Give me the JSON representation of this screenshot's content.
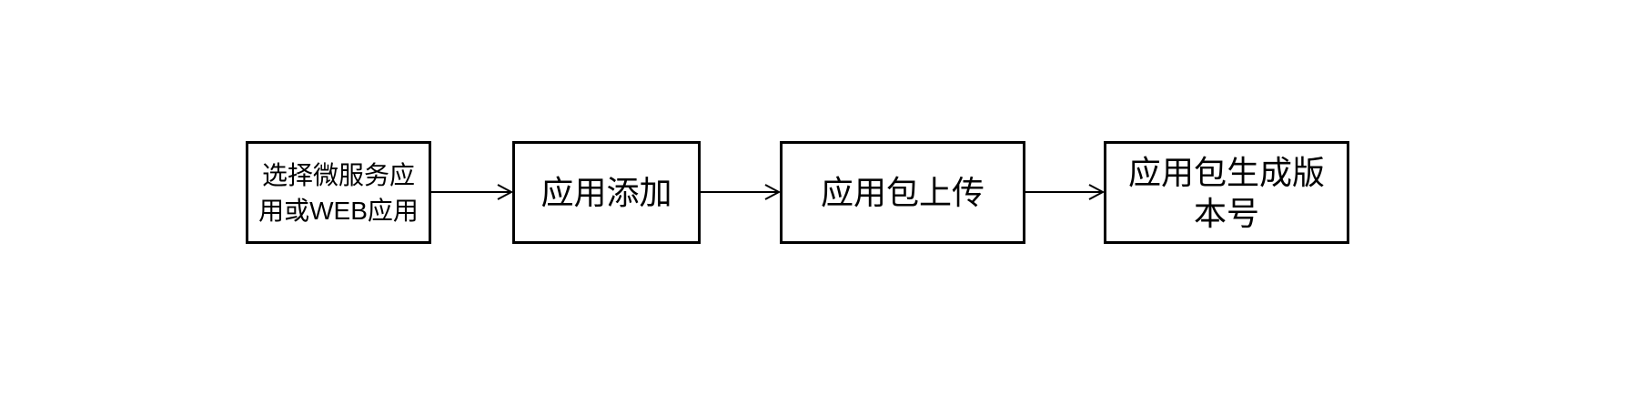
{
  "diagram": {
    "type": "flowchart",
    "direction": "left-to-right",
    "colors": {
      "background": "#ffffff",
      "node_fill": "#ffffff",
      "node_border": "#000000",
      "text": "#000000",
      "connector": "#000000"
    },
    "nodes": [
      {
        "id": "select-app-type",
        "label": "选择微服务应\n用或WEB应用"
      },
      {
        "id": "app-add",
        "label": "应用添加"
      },
      {
        "id": "package-upload",
        "label": "应用包上传"
      },
      {
        "id": "version-generate",
        "label": "应用包生成版\n本号"
      }
    ],
    "connectors": [
      {
        "from": "select-app-type",
        "to": "app-add",
        "style": "open-arrow"
      },
      {
        "from": "app-add",
        "to": "package-upload",
        "style": "open-arrow"
      },
      {
        "from": "package-upload",
        "to": "version-generate",
        "style": "open-arrow"
      }
    ]
  }
}
